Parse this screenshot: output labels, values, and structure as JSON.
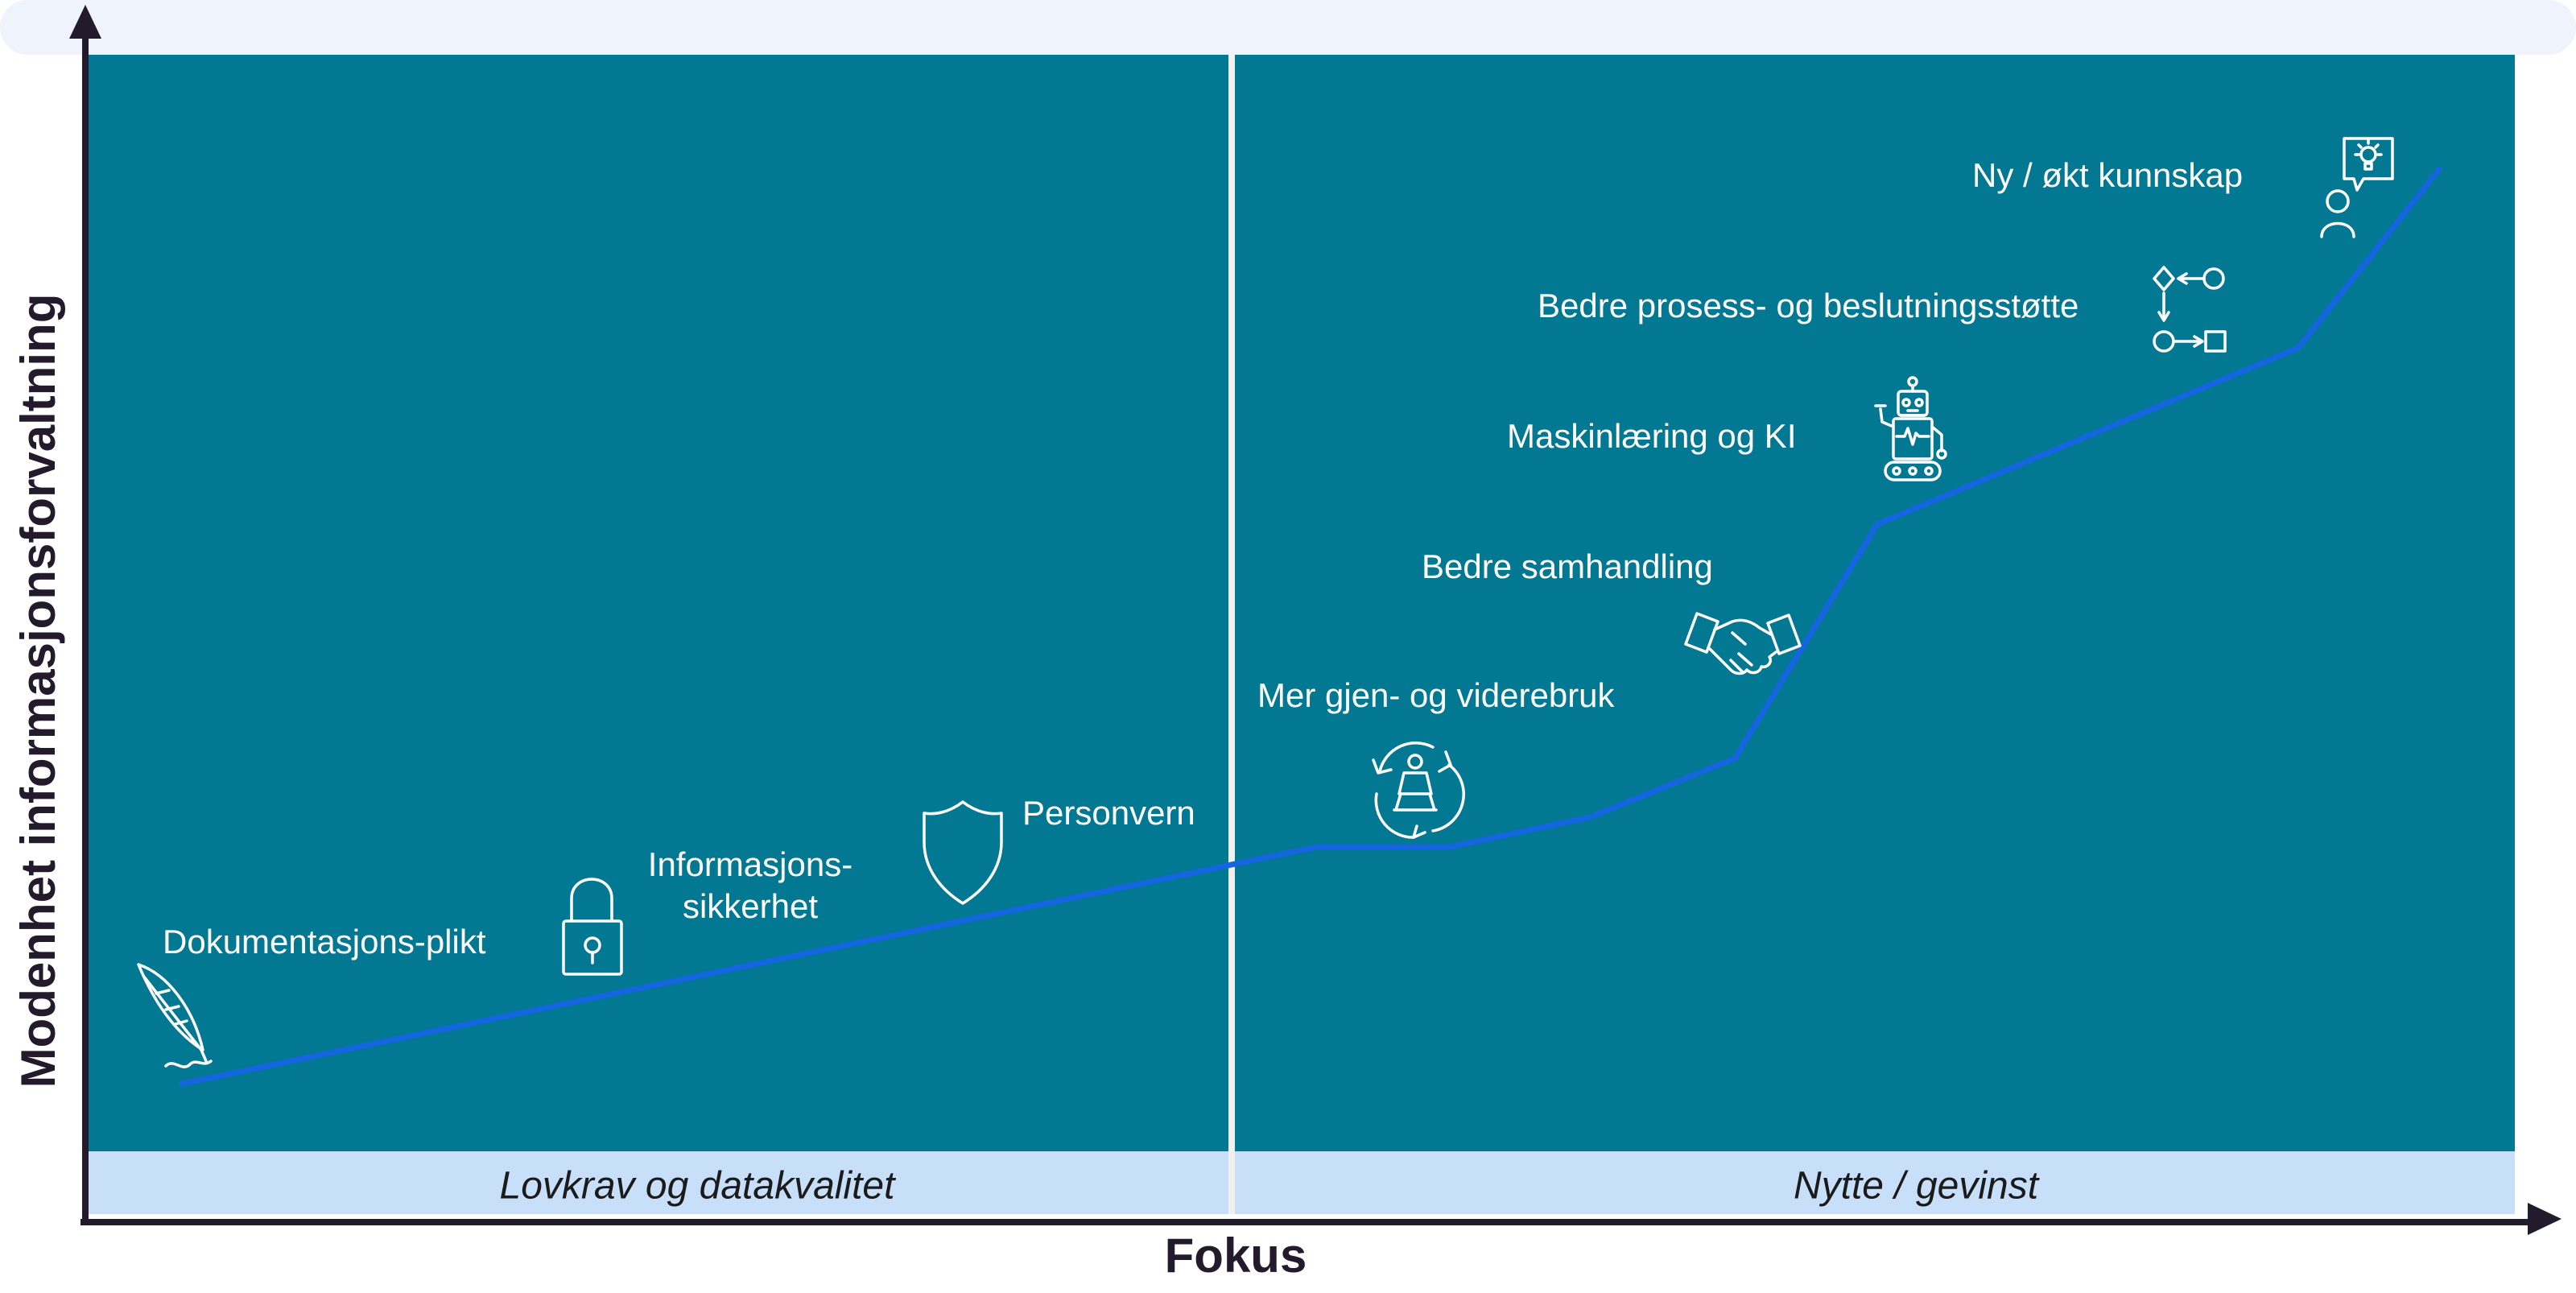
{
  "diagram": {
    "y_axis_label": "Modenhet informasjonsforvaltning",
    "x_axis_label": "Fokus",
    "bands": {
      "left": "Lovkrav og datakvalitet",
      "right": "Nytte / gevinst"
    },
    "milestones": {
      "documentation": {
        "label": "Dokumentasjons-plikt",
        "icon": "quill-pen-icon"
      },
      "security": {
        "label_line1": "Informasjons-",
        "label_line2": "sikkerhet",
        "icon": "padlock-icon"
      },
      "privacy": {
        "label": "Personvern",
        "icon": "shield-icon"
      },
      "reuse": {
        "label": "Mer gjen- og viderebruk",
        "icon": "recycle-person-icon"
      },
      "collaboration": {
        "label": "Bedre samhandling",
        "icon": "handshake-icon"
      },
      "ml": {
        "label": "Maskinlæring og KI",
        "icon": "robot-icon"
      },
      "process": {
        "label": "Bedre prosess- og beslutningsstøtte",
        "icon": "process-flow-icon"
      },
      "knowledge": {
        "label": "Ny / økt kunnskap",
        "icon": "person-idea-icon"
      }
    },
    "colors": {
      "panel": "#037893",
      "band": "#c8dffa",
      "curve": "#1565e0",
      "axis": "#231a2c",
      "top_banner": "#eef3fc"
    }
  }
}
